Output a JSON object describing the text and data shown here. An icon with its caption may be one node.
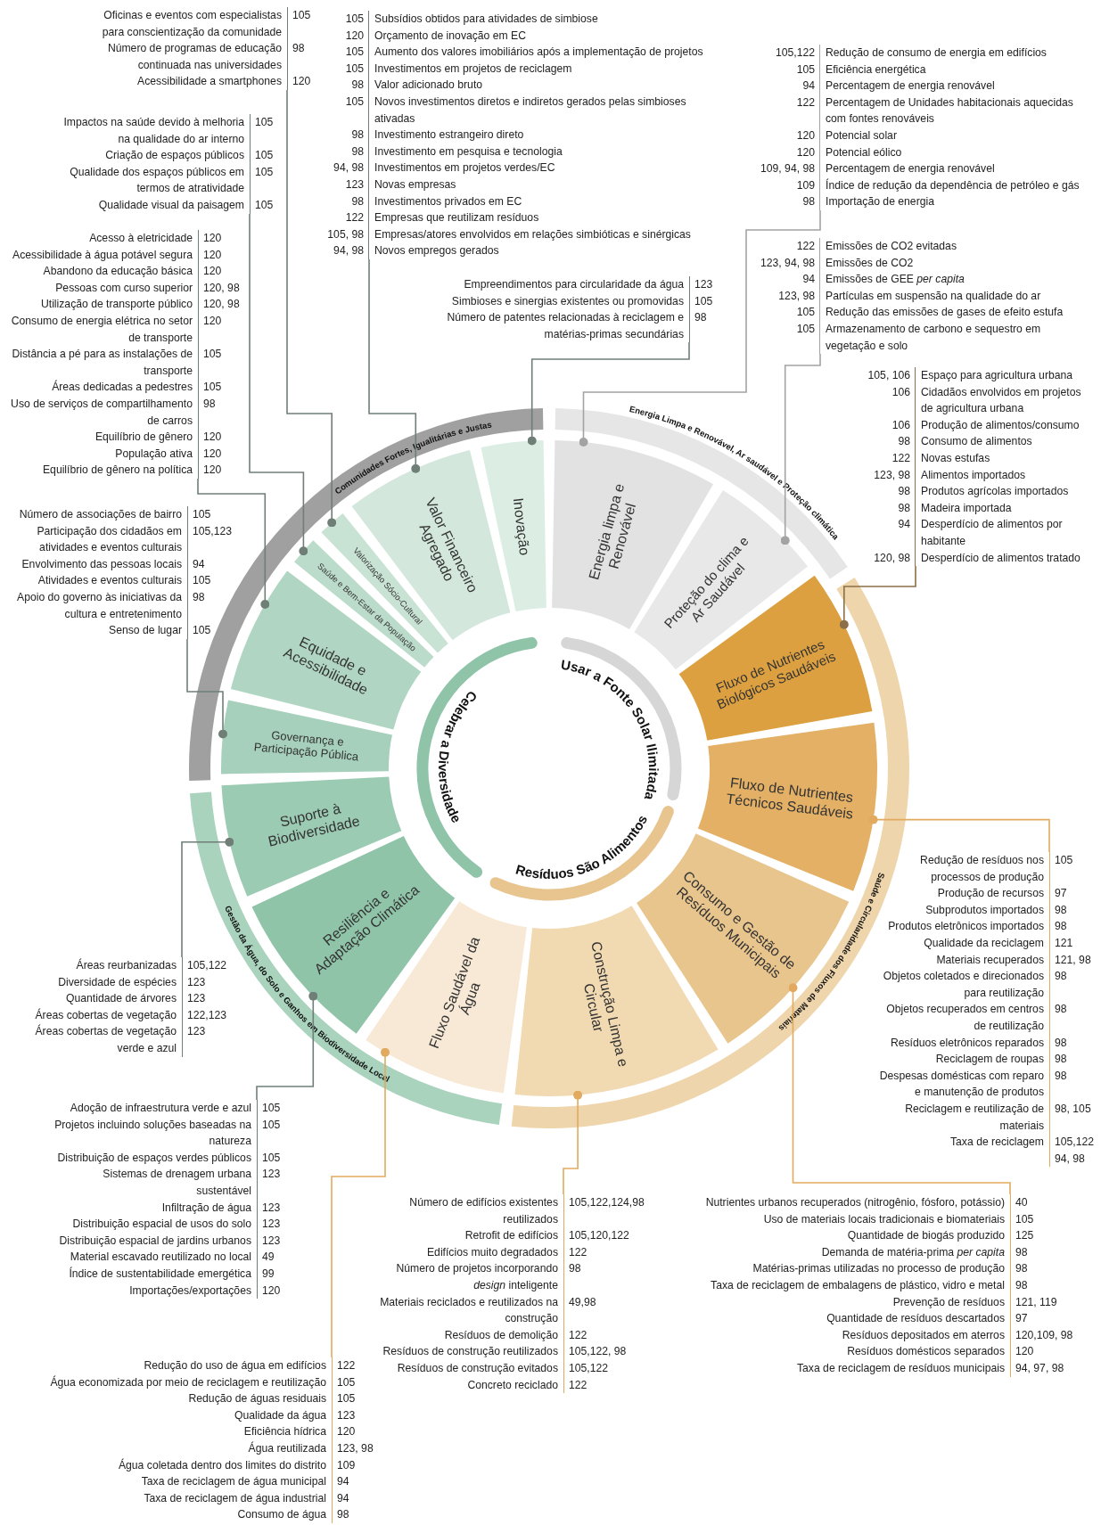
{
  "diagram": {
    "nodes": [
      {
        "text": [
          "Comunidades Fortes, Igualitárias e Justas"
        ]
      },
      {
        "text": [
          "Energia Limpa e Renovável, Ar saudável e Proteção climática"
        ]
      },
      {
        "text": [
          "Saúde e Circularidade dos Fluxos de Materiais"
        ]
      },
      {
        "text": [
          "Gestão da Água, do Solo e Ganhos em Biodiversidade Local"
        ]
      },
      {
        "text": [
          "Usar a Fonte Solar Ilimitada"
        ]
      },
      {
        "text": [
          "Resíduos São Alimentos"
        ]
      },
      {
        "text": [
          "Celebrar a Diversidade"
        ]
      },
      {
        "text": [
          "Valor Financeiro Agregado"
        ]
      },
      {
        "text": [
          "Inovação"
        ]
      },
      {
        "text": [
          "Energia limpa e Renovável"
        ]
      },
      {
        "text": [
          "Proteção do clima e Ar Saudável"
        ]
      },
      {
        "text": [
          "Fluxo de Nutrientes Biológicos Saudáveis"
        ]
      },
      {
        "text": [
          "Fluxo de Nutrientes Técnicos Saudáveis"
        ]
      },
      {
        "text": [
          "Consumo e Gestão de Resíduos Municipais"
        ]
      },
      {
        "text": [
          "Construção Limpa e Circular"
        ]
      },
      {
        "text": [
          "Fluxo Saudável da Água"
        ]
      },
      {
        "text": [
          "Resiliência e Adaptação Climática"
        ]
      },
      {
        "text": [
          "Suporte à Biodiversidade"
        ]
      },
      {
        "text": [
          "Governança e Participação Pública"
        ]
      },
      {
        "text": [
          "Equidade e Acessibilidade"
        ]
      },
      {
        "text": [
          "Saúde e Bem-Estar da População"
        ]
      },
      {
        "text": [
          "Valorização Sócio-Cultural"
        ]
      },
      {
        "text": [
          "Oficinas e eventos com especialistas para conscientização da comunidade",
          "105",
          "Número de programas de educação continuada nas universidades",
          "98",
          "Acessibilidade a smartphones",
          "120"
        ]
      },
      {
        "text": [
          "105",
          "Subsídios obtidos para atividades de simbiose",
          "120",
          "Orçamento de inovação em EC",
          "105",
          "Aumento dos valores imobiliários após a implementação de projetos",
          "105",
          "Investimentos em projetos de reciclagem",
          "98",
          "Valor adicionado bruto",
          "105",
          "Novos investimentos diretos e indiretos gerados pelas simbioses ativadas",
          "98",
          "Investimento estrangeiro direto",
          "98",
          "Investimento em pesquisa e tecnologia",
          "94, 98",
          "Investimentos em projetos verdes/EC",
          "123",
          "Novas empresas",
          "98",
          "Investimentos privados em EC",
          "122",
          "Empresas que reutilizam resíduos",
          "105, 98",
          "Empresas/atores envolvidos em relações simbióticas e sinérgicas",
          "94, 98",
          "Novos empregos gerados"
        ]
      },
      {
        "text": [
          "105,122",
          "Redução de consumo de energia em edifícios",
          "105",
          "Eficiência energética",
          "94",
          "Percentagem de energia renovável",
          "122",
          "Percentagem de Unidades habitacionais aquecidas com fontes renováveis",
          "120",
          "Potencial solar",
          "120",
          "Potencial eólico",
          "109, 94, 98",
          "Percentagem de energia renovável",
          "109",
          "Índice de redução da dependência de petróleo e gás",
          "98",
          "Importação de energia"
        ]
      },
      {
        "text": [
          "Impactos na saúde devido à melhoria na qualidade do ar interno",
          "105",
          "Criação de espaços públicos",
          "105",
          "Qualidade dos espaços públicos em termos de atratividade",
          "105",
          "Qualidade visual da paisagem",
          "105"
        ]
      },
      {
        "text": [
          "Acesso à eletricidade",
          "120",
          "Acessibilidade à água potável segura",
          "120",
          "Abandono da educação básica",
          "120",
          "Pessoas com curso superior",
          "120, 98",
          "Utilização de transporte público",
          "120, 98",
          "Consumo de energia elétrica no setor de transporte",
          "120",
          "Distância a pé para as instalações de transporte",
          "105",
          "Áreas dedicadas a pedestres",
          "105",
          "Uso de serviços de compartilhamento de carros",
          "98",
          "Equilíbrio de gênero",
          "120",
          "População ativa",
          "120",
          "Equilíbrio de gênero na política",
          "120"
        ]
      },
      {
        "text": [
          "Empreendimentos para circularidade da água",
          "123",
          "Simbioses e sinergias existentes ou promovidas",
          "105",
          "Número de patentes relacionadas à reciclagem e matérias-primas secundárias",
          "98"
        ]
      },
      {
        "text": [
          "122",
          "Emissões de CO2 evitadas",
          "123, 94, 98",
          "Emissões de CO2",
          "94",
          "Emissões de GEE *per capita*",
          "123, 98",
          "Partículas em suspensão na qualidade do ar",
          "105",
          "Redução das emissões de gases de efeito estufa",
          "105",
          "Armazenamento de carbono e sequestro em vegetação e solo"
        ]
      },
      {
        "text": [
          "105, 106",
          "Espaço para agricultura urbana",
          "106",
          "Cidadãos envolvidos em projetos de agricultura urbana",
          "106",
          "Produção de alimentos/consumo",
          "98",
          "Consumo de alimentos",
          "122",
          "Novas estufas",
          "123, 98",
          "Alimentos importados",
          "98",
          "Produtos agrícolas importados",
          "98",
          "Madeira importada",
          "94",
          "Desperdício de alimentos por habitante",
          "120, 98",
          "Desperdício de alimentos tratado"
        ]
      },
      {
        "text": [
          "Número de associações de bairro",
          "105",
          "Participação dos cidadãos em atividades e eventos culturais",
          "105,123",
          "Envolvimento das pessoas locais",
          "94",
          "Atividades e eventos culturais",
          "105",
          "Apoio do governo às iniciativas da cultura e entretenimento",
          "98",
          "Senso de lugar",
          "105"
        ]
      },
      {
        "text": [
          "Áreas reurbanizadas",
          "105,122",
          "Diversidade de espécies",
          "123",
          "Quantidade de árvores",
          "123",
          "Áreas cobertas de vegetação",
          "122,123",
          "Áreas cobertas de vegetação verde e azul",
          "123"
        ]
      },
      {
        "text": [
          "Redução de resíduos nos processos de produção",
          "105",
          "Produção de recursos",
          "97",
          "Subprodutos importados",
          "98",
          "Produtos eletrônicos importados",
          "98",
          "Qualidade da reciclagem",
          "121",
          "Materiais recuperados",
          "121, 98",
          "Objetos coletados e direcionados para reutilização",
          "98",
          "Objetos recuperados em centros de reutilização",
          "98",
          "Resíduos eletrônicos reparados",
          "98",
          "Reciclagem de roupas",
          "98",
          "Despesas domésticas com reparo e manutenção de produtos",
          "98",
          "Reciclagem e reutilização de materiais",
          "98, 105",
          "Taxa de reciclagem",
          "105,122 94, 98"
        ]
      },
      {
        "text": [
          "Adoção de infraestrutura verde e azul",
          "105",
          "Projetos incluindo soluções baseadas na natureza",
          "105",
          "Distribuição de espaços verdes públicos",
          "105",
          "Sistemas de drenagem urbana sustentável",
          "123",
          "Infiltração de água",
          "123",
          "Distribuição espacial de usos do solo",
          "123",
          "Distribuição espacial de jardins urbanos",
          "123",
          "Material escavado reutilizado no local",
          "49",
          "Índice de sustentabilidade emergética",
          "99",
          "Importações/exportações",
          "120"
        ]
      },
      {
        "text": [
          "Redução do uso de água em edifícios",
          "122",
          "Água economizada por meio de reciclagem e reutilização",
          "105",
          "Redução de águas residuais",
          "105",
          "Qualidade da água",
          "123",
          "Eficiência hídrica",
          "120",
          "Água reutilizada",
          "123, 98",
          "Água coletada dentro dos limites do distrito",
          "109",
          "Taxa de reciclagem de água municipal",
          "94",
          "Taxa de reciclagem de água industrial",
          "94",
          "Consumo de água",
          "98"
        ]
      },
      {
        "text": [
          "Número de edifícios existentes reutilizados",
          "105,122,124,98",
          "Retrofit de edifícios",
          "105,120,122",
          "Edifícios muito degradados",
          "122",
          "Número de projetos incorporando *design* inteligente",
          "98",
          "Materiais reciclados e reutilizados na construção",
          "49,98",
          "Resíduos de demolição",
          "122",
          "Resíduos de construção reutilizados",
          "105,122, 98",
          "Resíduos de construção evitados",
          "105,122",
          "Concreto reciclado",
          "122"
        ]
      },
      {
        "text": [
          "Nutrientes urbanos recuperados (nitrogênio, fósforo, potássio)",
          "40",
          "Uso de materiais locais tradicionais e biomateriais",
          "105",
          "Quantidade de biogás produzido",
          "125",
          "Demanda de matéria-prima *per capita*",
          "98",
          "Matérias-primas utilizadas no processo de produção",
          "98",
          "Taxa de reciclagem de embalagens de plástico, vidro e metal",
          "98",
          "Prevenção de resíduos",
          "121, 119",
          "Quantidade de resíduos descartados",
          "97",
          "Resíduos depositados em aterros",
          "120,109, 98",
          "Resíduos domésticos separados",
          "120",
          "Taxa de reciclagem de resíduos municipais",
          "94, 97, 98"
        ]
      }
    ],
    "edges": [
      {
        "from": 22,
        "to": 21,
        "arrow": "other"
      },
      {
        "from": 23,
        "to": 7,
        "arrow": "other"
      },
      {
        "from": 24,
        "to": 9,
        "arrow": "other",
        "color": "#a3a3a3"
      },
      {
        "from": 25,
        "to": 20,
        "arrow": "other"
      },
      {
        "from": 26,
        "to": 19,
        "arrow": "other"
      },
      {
        "from": 27,
        "to": 8,
        "arrow": "other"
      },
      {
        "from": 28,
        "to": 10,
        "arrow": "other",
        "color": "#a3a3a3"
      },
      {
        "from": 29,
        "to": 11,
        "arrow": "other",
        "color": "#8b6f47"
      },
      {
        "from": 30,
        "to": 18,
        "arrow": "other"
      },
      {
        "from": 31,
        "to": 17,
        "arrow": "other"
      },
      {
        "from": 32,
        "to": 12,
        "arrow": "other",
        "color": "#e2aa5e"
      },
      {
        "from": 33,
        "to": 16,
        "arrow": "other"
      },
      {
        "from": 34,
        "to": 15,
        "arrow": "other",
        "color": "#e2aa5e"
      },
      {
        "from": 35,
        "to": 14,
        "arrow": "other",
        "color": "#e2aa5e"
      },
      {
        "from": 36,
        "to": 13,
        "arrow": "other",
        "color": "#e2aa5e"
      }
    ]
  }
}
